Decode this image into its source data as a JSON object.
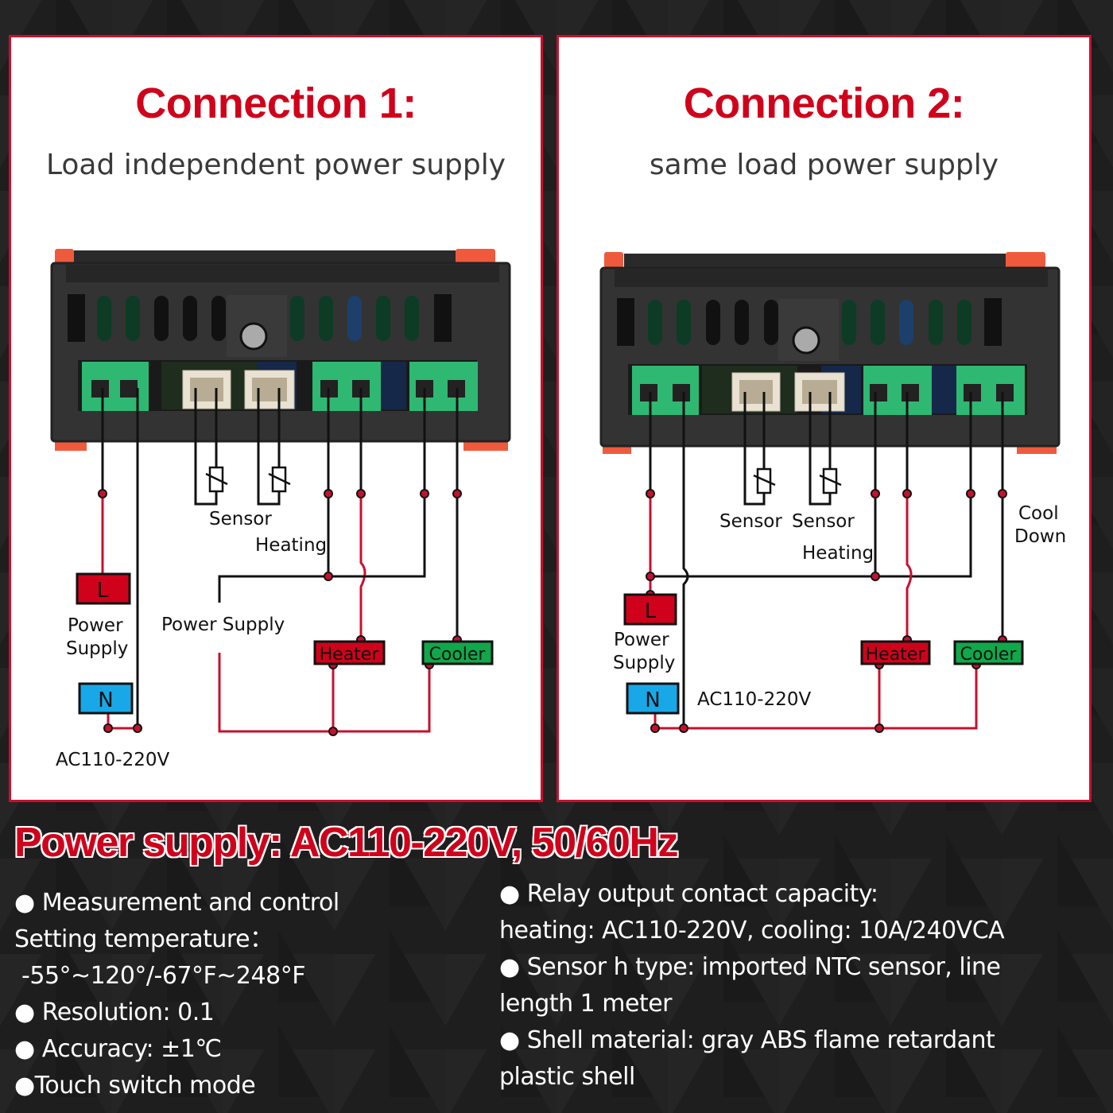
{
  "colors": {
    "accent_red": "#d0021b",
    "live_box": "#d0021b",
    "neutral_box": "#18a8e8",
    "heater_box": "#d0021b",
    "cooler_box": "#10a84a",
    "terminal_green": "#2eb872",
    "housing": "#2d2d2d",
    "background": "#1e1e1e"
  },
  "panels": [
    {
      "title": "Connection 1:",
      "subtitle": "Load independent power supply",
      "labels": {
        "sensor": "Sensor",
        "heating": "Heating",
        "power_supply_mid": "Power Supply",
        "live": "L",
        "neutral": "N",
        "power_supply_left_line1": "Power",
        "power_supply_left_line2": "Supply",
        "voltage": "AC110-220V",
        "heater": "Heater",
        "cooler": "Cooler"
      }
    },
    {
      "title": "Connection 2:",
      "subtitle": "same load power supply",
      "labels": {
        "sensor_a": "Sensor",
        "sensor_b": "Sensor",
        "heating": "Heating",
        "cool_line1": "Cool",
        "cool_line2": "Down",
        "live": "L",
        "neutral": "N",
        "power_supply_left_line1": "Power",
        "power_supply_left_line2": "Supply",
        "voltage": "AC110-220V",
        "heater": "Heater",
        "cooler": "Cooler"
      }
    }
  ],
  "headline": "Power supply: AC110-220V, 50/60Hz",
  "specs_left": [
    "● Measurement and control",
    "Setting temperature：",
    " -55°~120°/-67°F~248°F",
    "● Resolution: 0.1",
    "● Accuracy: ±1℃",
    "●Touch switch mode"
  ],
  "specs_right": [
    "● Relay output contact capacity:",
    "heating: AC110-220V, cooling: 10A/240VCA",
    "● Sensor h type: imported NTC sensor, line",
    "length 1 meter",
    "● Shell material: gray ABS flame retardant",
    "plastic shell"
  ]
}
